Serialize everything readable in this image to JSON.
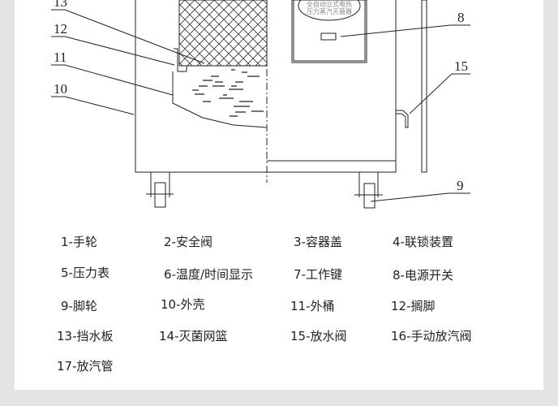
{
  "panel_text": [
    "全自动立式电热",
    "压力蒸汽灭菌器"
  ],
  "callouts": [
    "13",
    "12",
    "11",
    "10",
    "8",
    "15",
    "9"
  ],
  "legend": [
    [
      "1-手轮",
      "2-安全阀",
      "3-容器盖",
      "4-联锁装置"
    ],
    [
      "5-压力表",
      "6-温度/时间显示",
      "7-工作键",
      "8-电源开关"
    ],
    [
      "9-脚轮",
      "10-外壳",
      "11-外桶",
      "12-搁脚"
    ],
    [
      "13-挡水板",
      "14-灭菌网篮",
      "15-放水阀",
      "16-手动放汽阀"
    ],
    [
      "17-放汽管"
    ]
  ]
}
